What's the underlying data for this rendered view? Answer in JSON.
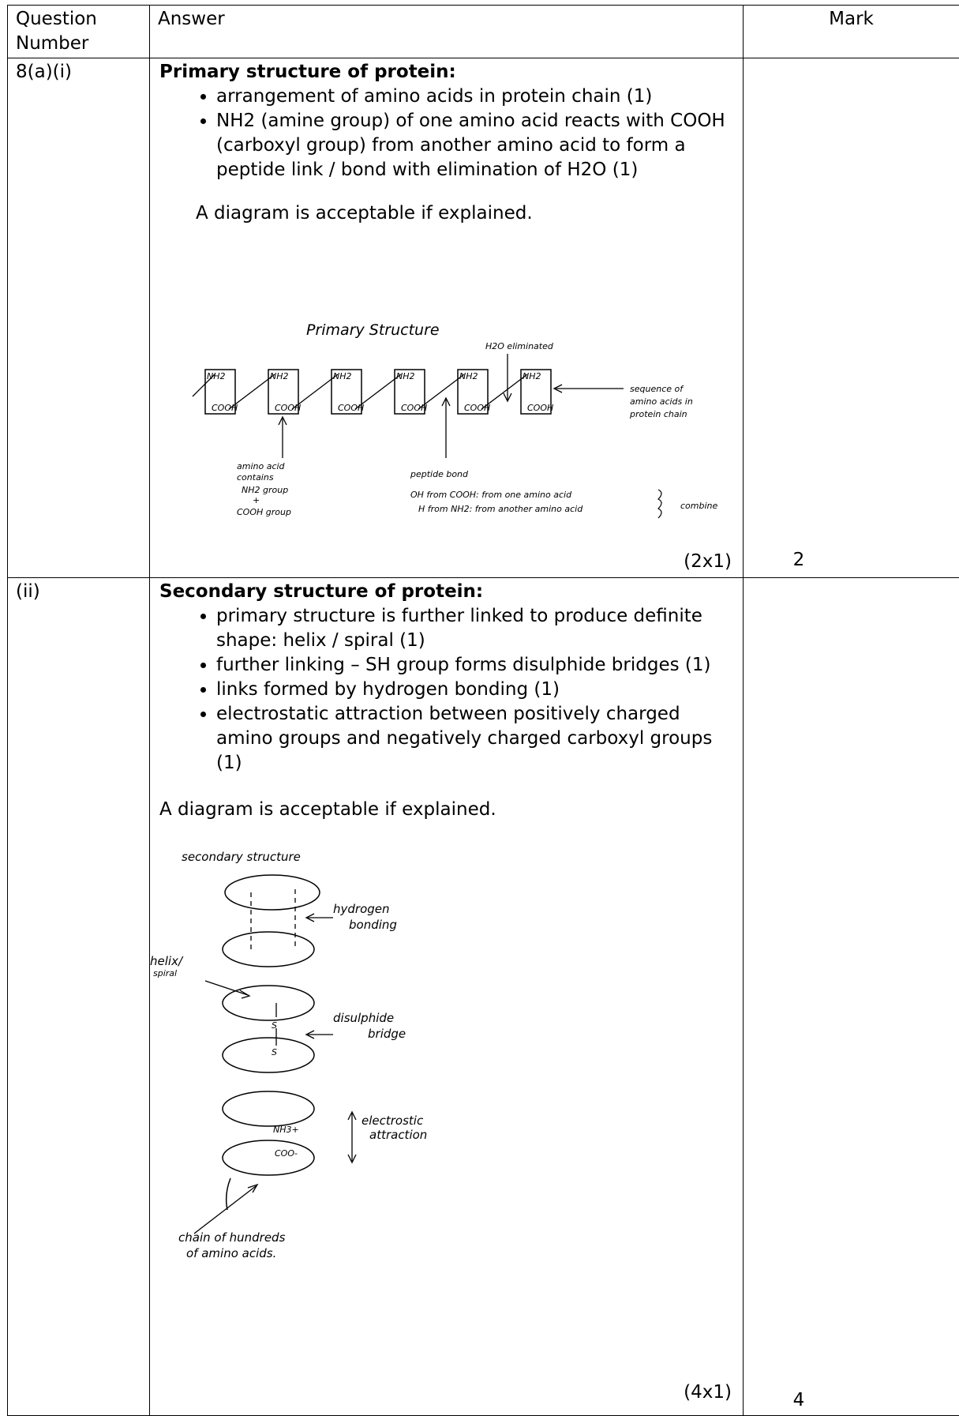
{
  "table": {
    "headers": {
      "question": "Question Number",
      "answer": "Answer",
      "mark": "Mark"
    }
  },
  "q1": {
    "number": "8(a)(i)",
    "heading": "Primary structure of protein:",
    "bullets": [
      "arrangement of amino acids in protein chain (1)",
      "NH2 (amine group) of one amino acid reacts with COOH (carboxyl group) from another amino acid to form a peptide link / bond with elimination of H2O (1)"
    ],
    "note": "A diagram is acceptable if explained.",
    "allocation": "(2x1)",
    "mark": "2",
    "diagram": {
      "title": "Primary Structure",
      "box_top": "NH2",
      "box_bottom": "COOH",
      "water_label": "H2O eliminated",
      "sequence_label": [
        "sequence of",
        "amino acids in",
        "protein chain"
      ],
      "amino_label": [
        "amino acid",
        "contains",
        "NH2 group",
        "+",
        "COOH group"
      ],
      "peptide_label": "peptide bond",
      "peptide_lines": [
        "OH from COOH: from one amino acid",
        "H from NH2: from another amino acid"
      ],
      "combine": "combine"
    }
  },
  "q2": {
    "number": "(ii)",
    "heading": "Secondary structure of protein:",
    "bullets": [
      "primary structure is further linked to produce definite shape: helix / spiral (1)",
      "further linking  – SH group forms disulphide bridges (1)",
      "links formed by hydrogen bonding (1)",
      "electrostatic attraction between positively charged amino groups and negatively charged carboxyl groups (1)"
    ],
    "note": "A diagram is acceptable if explained.",
    "allocation": "(4x1)",
    "mark": "4",
    "diagram": {
      "title": "secondary structure",
      "hydrogen": [
        "hydrogen",
        "bonding"
      ],
      "helix": [
        "helix/",
        "spiral"
      ],
      "disulphide": [
        "disulphide",
        "bridge"
      ],
      "s_atom": "S",
      "nh3": "NH3+",
      "coo": "COO-",
      "electrostatic": [
        "electrostic",
        "attraction"
      ],
      "chain": [
        "chain of hundreds",
        "of amino acids."
      ]
    }
  }
}
